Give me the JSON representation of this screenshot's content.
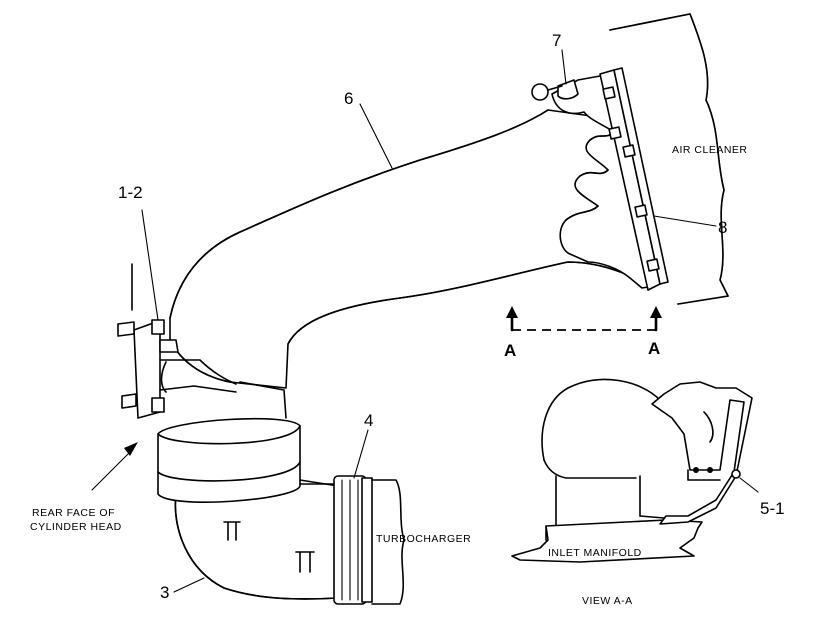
{
  "callouts": {
    "c1_2": "1-2",
    "c3": "3",
    "c4": "4",
    "c5_1": "5-1",
    "c6": "6",
    "c7": "7",
    "c8": "8"
  },
  "labels": {
    "air_cleaner": "AIR CLEANER",
    "turbocharger": "TURBOCHARGER",
    "rear_face_line1": "REAR FACE OF",
    "rear_face_line2": "CYLINDER HEAD",
    "inlet_manifold": "INLET MANIFOLD",
    "view": "VIEW A-A"
  },
  "section_marks": {
    "left": "A",
    "right": "A"
  }
}
